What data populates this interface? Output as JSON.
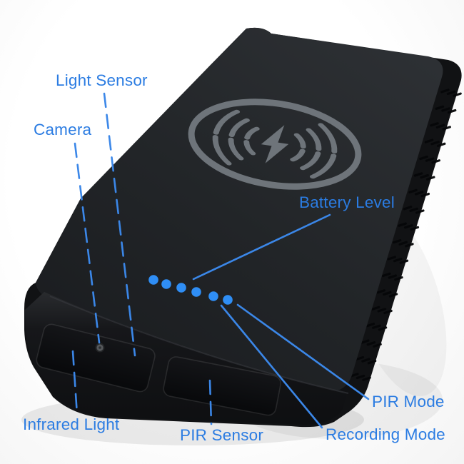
{
  "figure": {
    "type": "annotated-product-photo",
    "subject": "black wireless-charging power bank with hidden camera, three-quarter view on white background",
    "labels": {
      "light_sensor": "Light Sensor",
      "camera": "Camera",
      "battery_level": "Battery Level",
      "infrared_light": "Infrared Light",
      "pir_sensor": "PIR Sensor",
      "pir_mode": "PIR Mode",
      "recording_mode": "Recording Mode"
    },
    "battery_leds": 6,
    "icons": {
      "wireless_charging_symbol": "lightning-bolt inside ring with radiating arcs"
    },
    "colors": {
      "label_blue": "#2b7ce2",
      "line_blue": "#3b87e8",
      "led_blue": "#2f8ef5",
      "device_black": "#1d1f22",
      "symbol_gray": "#6e747a"
    }
  }
}
